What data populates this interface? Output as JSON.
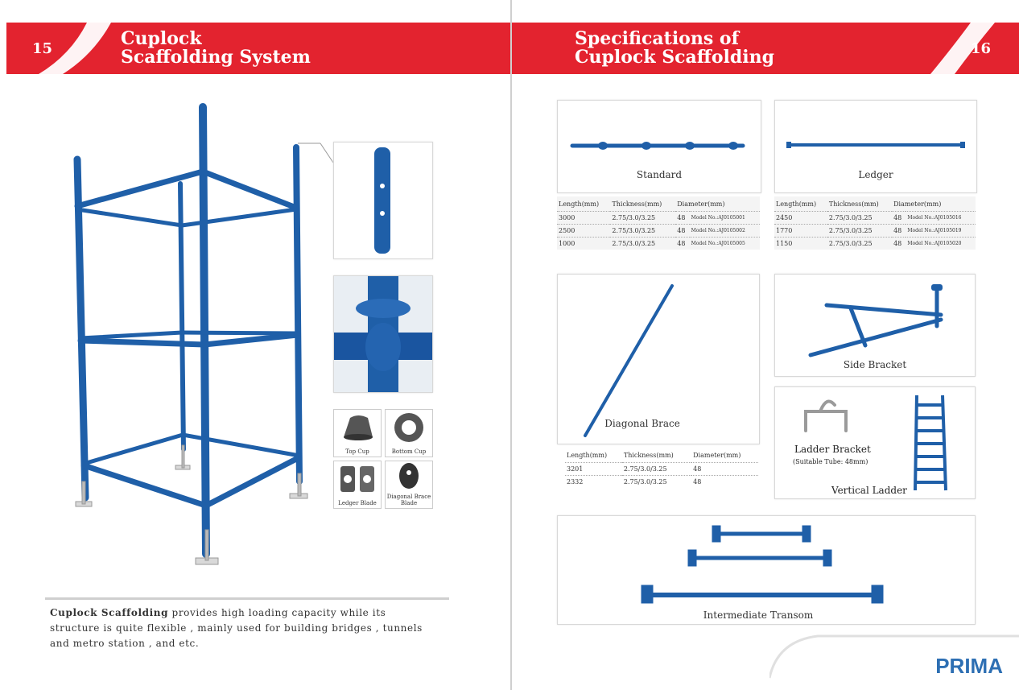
{
  "left_page": {
    "page_number": "15",
    "title_line1": "Cuplock",
    "title_line2": "Scaffolding System",
    "parts": [
      {
        "label": "Top Cup"
      },
      {
        "label": "Bottom Cup"
      },
      {
        "label": "Ledger Blade"
      },
      {
        "label": "Diagonal Brace Blade"
      }
    ],
    "description_bold": "Cuplock Scaffolding",
    "description_rest": " provides high loading capacity while its structure is quite flexible , mainly used for building bridges , tunnels and metro station , and etc."
  },
  "right_page": {
    "page_number": "16",
    "title_line1": "Specifications of",
    "title_line2": "Cuplock Scaffolding",
    "standard": {
      "label": "Standard",
      "headers": [
        "Length(mm)",
        "Thickness(mm)",
        "Diameter(mm)"
      ],
      "rows": [
        [
          "3000",
          "2.75/3.0/3.25",
          "48",
          "Model No.:AJ0105001"
        ],
        [
          "2500",
          "2.75/3.0/3.25",
          "48",
          "Model No.:AJ0105002"
        ],
        [
          "1000",
          "2.75/3.0/3.25",
          "48",
          "Model No.:AJ0105005"
        ]
      ]
    },
    "ledger": {
      "label": "Ledger",
      "headers": [
        "Length(mm)",
        "Thickness(mm)",
        "Diameter(mm)"
      ],
      "rows": [
        [
          "2450",
          "2.75/3.0/3.25",
          "48",
          "Model No.:AJ0105016"
        ],
        [
          "1770",
          "2.75/3.0/3.25",
          "48",
          "Model No.:AJ0105019"
        ],
        [
          "1150",
          "2.75/3.0/3.25",
          "48",
          "Model No.:AJ0105020"
        ]
      ]
    },
    "diagonal_brace": {
      "label": "Diagonal Brace",
      "headers": [
        "Length(mm)",
        "Thickness(mm)",
        "Diameter(mm)"
      ],
      "rows": [
        [
          "3201",
          "2.75/3.0/3.25",
          "48"
        ],
        [
          "2332",
          "2.75/3.0/3.25",
          "48"
        ]
      ]
    },
    "side_bracket": {
      "label": "Side Bracket"
    },
    "ladder_bracket": {
      "label": "Ladder Bracket",
      "note": "(Suitable Tube: 48mm)"
    },
    "vertical_ladder": {
      "label": "Vertical Ladder"
    },
    "intermediate_transom": {
      "label": "Intermediate Transom"
    },
    "brand": "PRIMA"
  },
  "colors": {
    "banner_red": "#e3232f",
    "steel_blue": "#1f5fa8",
    "brand_blue": "#2d6fb3"
  }
}
